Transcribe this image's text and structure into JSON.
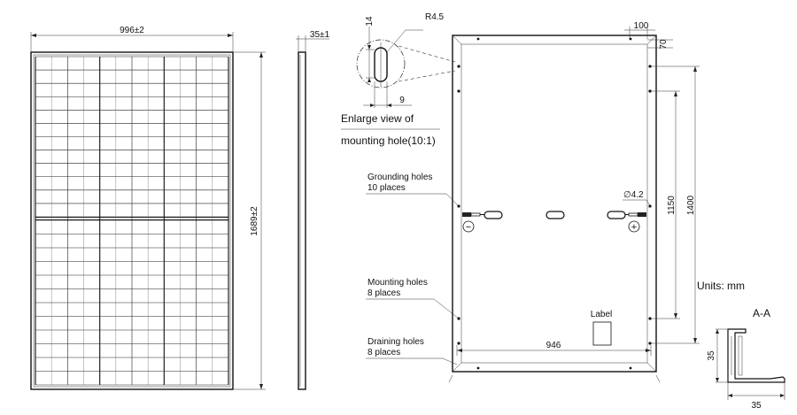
{
  "front_view": {
    "width_label": "996±2",
    "height_label": "1689±2",
    "columns": 6,
    "rows_per_half": 12
  },
  "side_view": {
    "thickness_label": "35±1"
  },
  "detail": {
    "dim_top": "14",
    "radius": "R4.5",
    "dim_bottom": "9",
    "caption_line1": "Enlarge view of",
    "caption_line2": "mounting hole(10:1)"
  },
  "back_view": {
    "dim_100": "100",
    "dim_70": "70",
    "dim_1150": "1150",
    "dim_1400": "1400",
    "dim_946": "946",
    "hole_dia": "∅4.2",
    "label_text": "Label",
    "minus": "−",
    "plus": "+"
  },
  "callouts": {
    "grounding_1": "Grounding holes",
    "grounding_2": "10 places",
    "mounting_1": "Mounting holes",
    "mounting_2": "8 places",
    "draining_1": "Draining holes",
    "draining_2": "8 places"
  },
  "units": "Units: mm",
  "section": {
    "title": "A-A",
    "height": "35",
    "width": "35"
  }
}
